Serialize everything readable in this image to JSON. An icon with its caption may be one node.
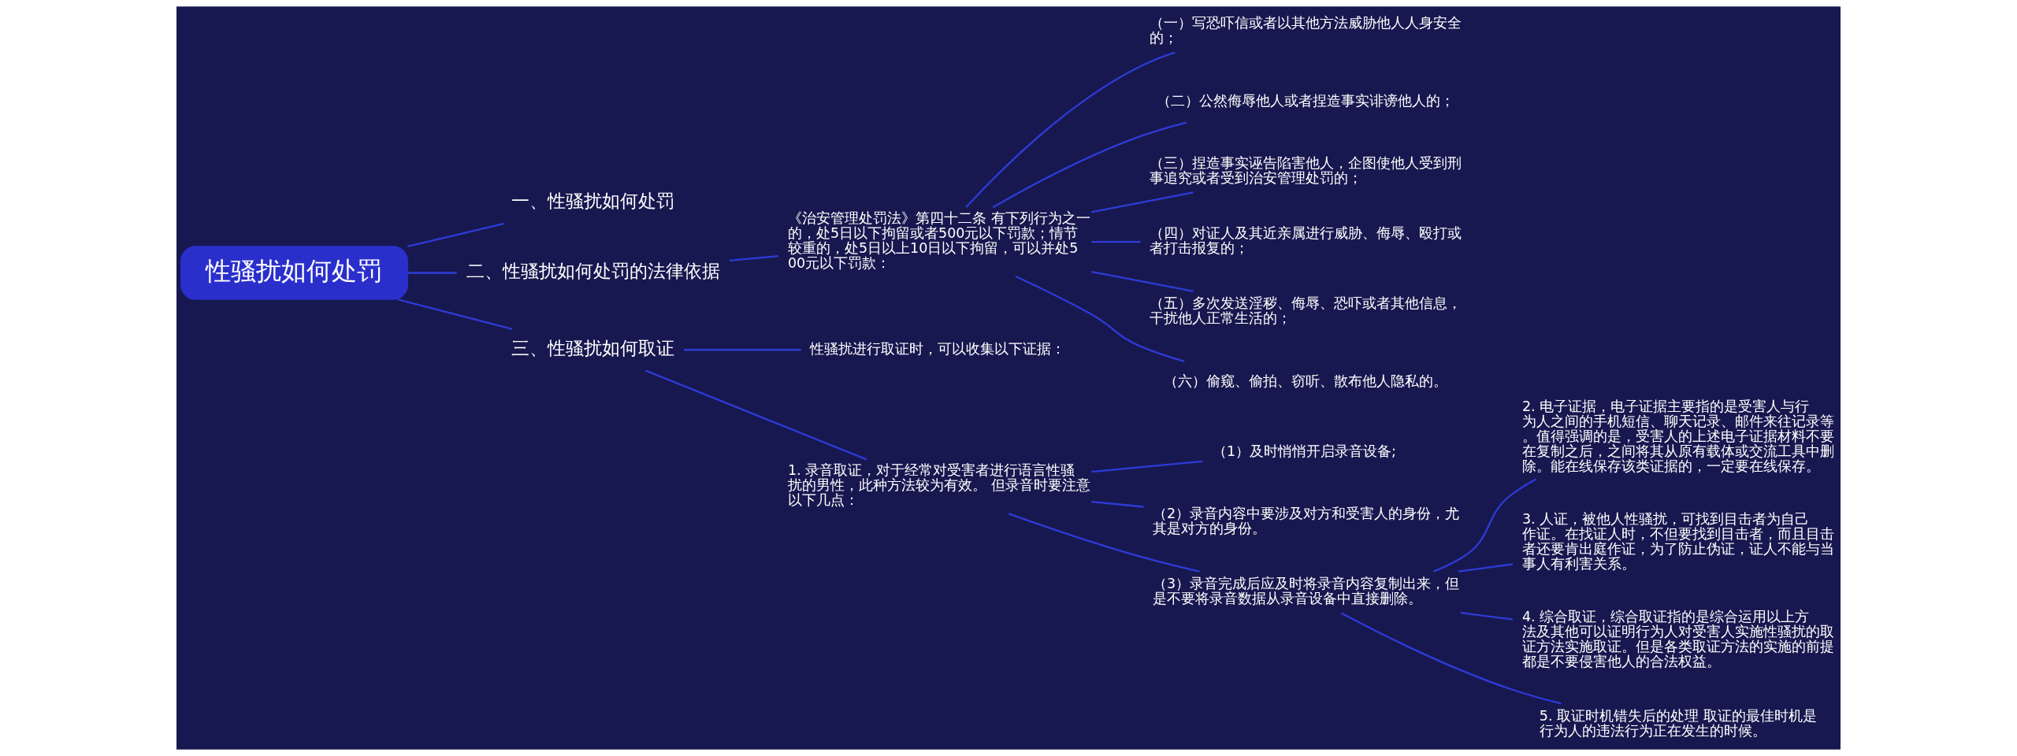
{
  "diagram": {
    "nodes": [
      {
        "text": [
          "性骚扰如何处罚"
        ]
      },
      {
        "text": [
          "一、性骚扰如何处罚"
        ]
      },
      {
        "text": [
          "二、性骚扰如何处罚的法律依据"
        ]
      },
      {
        "text": [
          "三、性骚扰如何取证"
        ]
      },
      {
        "text": [
          "《治安管理处罚法》第四十二条 有下列行为之一的，处5日以下拘留或者500元以下罚款；情节较重的，处5日以上10日以下拘留，可以并处500元以下罚款："
        ]
      },
      {
        "text": [
          "（一）写恐吓信或者以其他方法威胁他人人身安全的；"
        ]
      },
      {
        "text": [
          "（二）公然侮辱他人或者捏造事实诽谤他人的；"
        ]
      },
      {
        "text": [
          "（三）捏造事实诬告陷害他人，企图使他人受到刑事追究或者受到治安管理处罚的；"
        ]
      },
      {
        "text": [
          "（四）对证人及其近亲属进行威胁、侮辱、殴打或者打击报复的；"
        ]
      },
      {
        "text": [
          "（五）多次发送淫秽、侮辱、恐吓或者其他信息，干扰他人正常生活的；"
        ]
      },
      {
        "text": [
          "（六）偷窥、偷拍、窃听、散布他人隐私的。"
        ]
      },
      {
        "text": [
          "性骚扰进行取证时，可以收集以下证据："
        ]
      },
      {
        "text": [
          "1. 录音取证，对于经常对受害者进行语言性骚扰的男性，此种方法较为有效。 但录音时要注意以下几点："
        ]
      },
      {
        "text": [
          "（1）及时悄悄开启录音设备;"
        ]
      },
      {
        "text": [
          "（2）录音内容中要涉及对方和受害人的身份，尤其是对方的身份。"
        ]
      },
      {
        "text": [
          "（3）录音完成后应及时将录音内容复制出来，但是不要将录音数据从录音设备中直接删除。"
        ]
      },
      {
        "text": [
          "2. 电子证据，电子证据主要指的是受害人与行为人之间的手机短信、聊天记录、邮件来往记录等。值得强调的是，受害人的上述电子证据材料不要在复制之后，之间将其从原有载体或交流工具中删除。能在线保存该类证据的，一定要在线保存。"
        ]
      },
      {
        "text": [
          "3. 人证，被他人性骚扰，可找到目击者为自己作证。在找证人时，不但要找到目击者，而且目击者还要肯出庭作证，为了防止伪证，证人不能与当事人有利害关系。"
        ]
      },
      {
        "text": [
          "4. 综合取证，综合取证指的是综合运用以上方法及其他可以证明行为人对受害人实施性骚扰的取证方法实施取证。但是各类取证方法的实施的前提都是不要侵害他人的合法权益。"
        ]
      },
      {
        "text": [
          "5. 取证时机错失后的处理 取证的最佳时机是行为人的违法行为正在发生的时候。"
        ]
      }
    ],
    "edges": [
      {
        "from": 0,
        "to": 1,
        "arrow": "none"
      },
      {
        "from": 0,
        "to": 2,
        "arrow": "none"
      },
      {
        "from": 0,
        "to": 3,
        "arrow": "none"
      },
      {
        "from": 2,
        "to": 4,
        "arrow": "none"
      },
      {
        "from": 4,
        "to": 5,
        "arrow": "none"
      },
      {
        "from": 4,
        "to": 6,
        "arrow": "none"
      },
      {
        "from": 4,
        "to": 7,
        "arrow": "none"
      },
      {
        "from": 4,
        "to": 8,
        "arrow": "none"
      },
      {
        "from": 4,
        "to": 9,
        "arrow": "none"
      },
      {
        "from": 4,
        "to": 10,
        "arrow": "none"
      },
      {
        "from": 3,
        "to": 11,
        "arrow": "none"
      },
      {
        "from": 3,
        "to": 12,
        "arrow": "none"
      },
      {
        "from": 12,
        "to": 13,
        "arrow": "none"
      },
      {
        "from": 12,
        "to": 14,
        "arrow": "none"
      },
      {
        "from": 12,
        "to": 15,
        "arrow": "none"
      },
      {
        "from": 15,
        "to": 16,
        "arrow": "none"
      },
      {
        "from": 15,
        "to": 17,
        "arrow": "none"
      },
      {
        "from": 15,
        "to": 18,
        "arrow": "none"
      },
      {
        "from": 15,
        "to": 19,
        "arrow": "none"
      }
    ]
  }
}
